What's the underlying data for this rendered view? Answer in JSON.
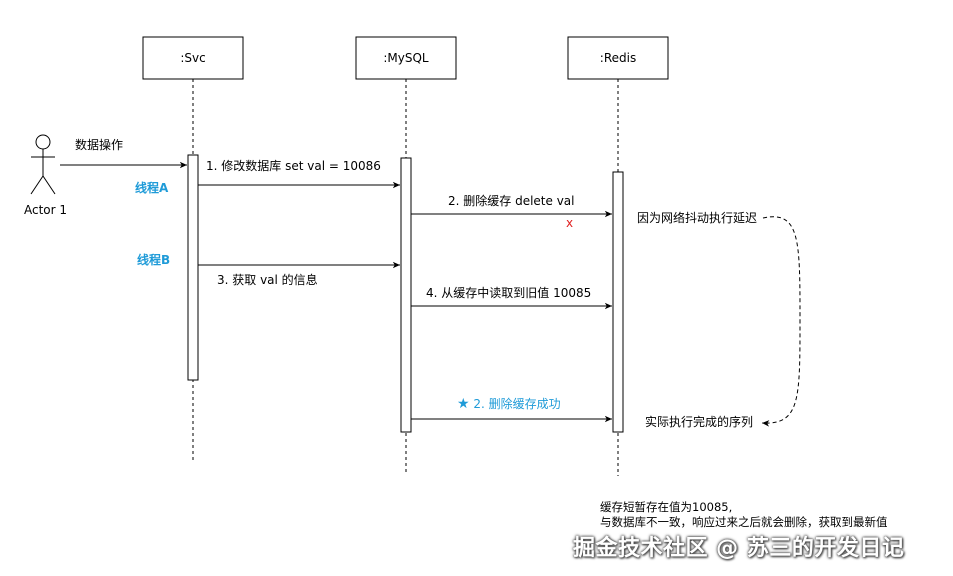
{
  "participants": {
    "svc": ":Svc",
    "mysql": ":MySQL",
    "redis": ":Redis"
  },
  "actor": {
    "name": "Actor 1",
    "action": "数据操作"
  },
  "threads": {
    "a": "线程A",
    "b": "线程B"
  },
  "messages": {
    "m1": "1. 修改数据库  set val = 10086",
    "m2": "2. 删除缓存 delete val",
    "m2_fail_mark": "x",
    "m3": "3. 获取 val 的信息",
    "m4": "4. 从缓存中读取到旧值 10085",
    "m5": "2. 删除缓存成功",
    "m5_star": "★"
  },
  "annotations": {
    "delay": "因为网络抖动执行延迟",
    "done": "实际执行完成的序列"
  },
  "note": {
    "line1": "缓存短暂存在值为10085,",
    "line2": "与数据库不一致，响应过来之后就会删除，获取到最新值"
  },
  "watermark": "掘金技术社区 @ 苏三的开发日记",
  "colors": {
    "line": "#000000",
    "accent_blue": "#1f9bd8",
    "error_red": "#e02020"
  }
}
